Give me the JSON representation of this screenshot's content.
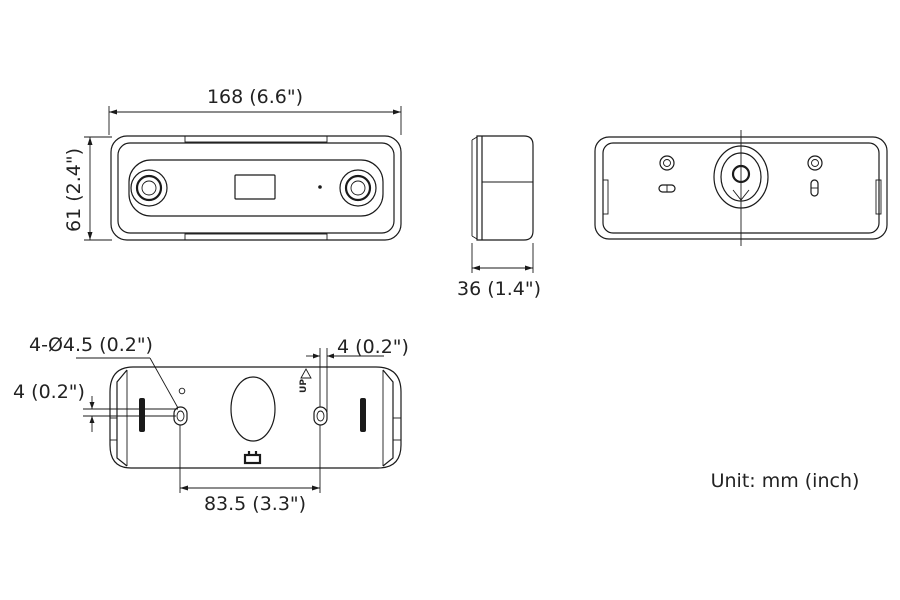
{
  "dimensions": {
    "width_top": "168 (6.6\")",
    "height_front": "61 (2.4\")",
    "depth_side": "36 (1.4\")",
    "holes": "4-Ø4.5 (0.2\")",
    "hole_offset_right": "4 (0.2\")",
    "hole_offset_left": "4 (0.2\")",
    "hole_spacing": "83.5 (3.3\")"
  },
  "marks": {
    "up_label": "UP"
  },
  "unit_note": "Unit: mm (inch)"
}
